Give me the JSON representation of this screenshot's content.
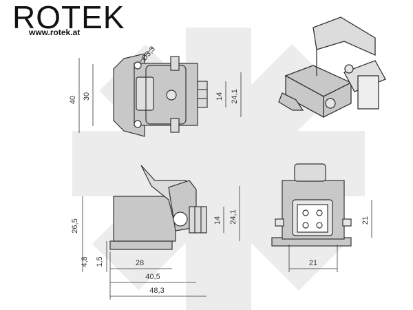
{
  "brand": {
    "name": "ROTEK",
    "website": "www.rotek.at"
  },
  "dimensions": {
    "hole_diameter": "Ø3,3",
    "height_40": "40",
    "height_30": "30",
    "width_14_top": "14",
    "width_24_1_top": "24,1",
    "height_26_5": "26,5",
    "height_4_8": "4,8",
    "height_1_5": "1,5",
    "width_14_side": "14",
    "width_24_1_side": "24,1",
    "length_28": "28",
    "length_40_5": "40,5",
    "length_48_3": "48,3",
    "front_21_h": "21",
    "front_21_w": "21"
  },
  "colors": {
    "housing": "#c8c8c8",
    "housing_dark": "#9a9a9a",
    "line": "#333333",
    "watermark": "#ececec"
  }
}
